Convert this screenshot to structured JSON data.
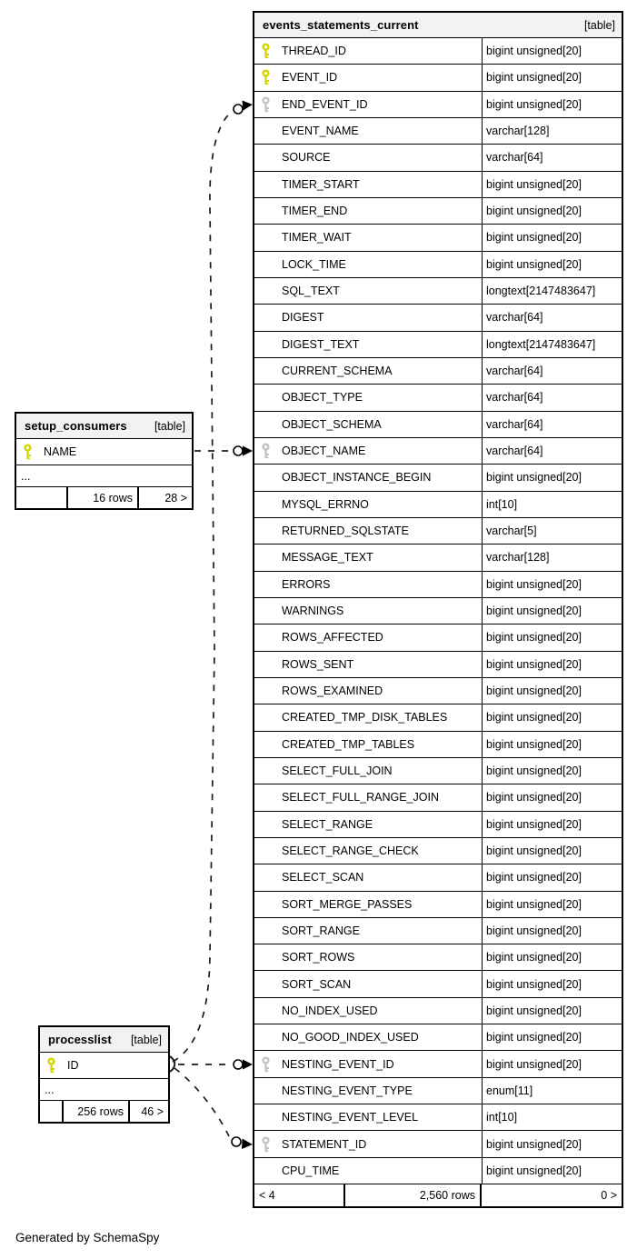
{
  "diagram": {
    "generated_by": "Generated by SchemaSpy",
    "colors": {
      "header_bg": "#f2f2f2",
      "border": "#000000",
      "key_primary": "#d6d600",
      "key_secondary": "#c4c4c4",
      "line": "#1c1c1c"
    },
    "tables": [
      {
        "id": "events_statements_current",
        "name": "events_statements_current",
        "tag": "[table]",
        "columns": [
          {
            "name": "THREAD_ID",
            "type": "bigint unsigned[20]",
            "key": "primary"
          },
          {
            "name": "EVENT_ID",
            "type": "bigint unsigned[20]",
            "key": "primary"
          },
          {
            "name": "END_EVENT_ID",
            "type": "bigint unsigned[20]",
            "key": "secondary"
          },
          {
            "name": "EVENT_NAME",
            "type": "varchar[128]",
            "key": null
          },
          {
            "name": "SOURCE",
            "type": "varchar[64]",
            "key": null
          },
          {
            "name": "TIMER_START",
            "type": "bigint unsigned[20]",
            "key": null
          },
          {
            "name": "TIMER_END",
            "type": "bigint unsigned[20]",
            "key": null
          },
          {
            "name": "TIMER_WAIT",
            "type": "bigint unsigned[20]",
            "key": null
          },
          {
            "name": "LOCK_TIME",
            "type": "bigint unsigned[20]",
            "key": null
          },
          {
            "name": "SQL_TEXT",
            "type": "longtext[2147483647]",
            "key": null
          },
          {
            "name": "DIGEST",
            "type": "varchar[64]",
            "key": null
          },
          {
            "name": "DIGEST_TEXT",
            "type": "longtext[2147483647]",
            "key": null
          },
          {
            "name": "CURRENT_SCHEMA",
            "type": "varchar[64]",
            "key": null
          },
          {
            "name": "OBJECT_TYPE",
            "type": "varchar[64]",
            "key": null
          },
          {
            "name": "OBJECT_SCHEMA",
            "type": "varchar[64]",
            "key": null
          },
          {
            "name": "OBJECT_NAME",
            "type": "varchar[64]",
            "key": "secondary"
          },
          {
            "name": "OBJECT_INSTANCE_BEGIN",
            "type": "bigint unsigned[20]",
            "key": null
          },
          {
            "name": "MYSQL_ERRNO",
            "type": "int[10]",
            "key": null
          },
          {
            "name": "RETURNED_SQLSTATE",
            "type": "varchar[5]",
            "key": null
          },
          {
            "name": "MESSAGE_TEXT",
            "type": "varchar[128]",
            "key": null
          },
          {
            "name": "ERRORS",
            "type": "bigint unsigned[20]",
            "key": null
          },
          {
            "name": "WARNINGS",
            "type": "bigint unsigned[20]",
            "key": null
          },
          {
            "name": "ROWS_AFFECTED",
            "type": "bigint unsigned[20]",
            "key": null
          },
          {
            "name": "ROWS_SENT",
            "type": "bigint unsigned[20]",
            "key": null
          },
          {
            "name": "ROWS_EXAMINED",
            "type": "bigint unsigned[20]",
            "key": null
          },
          {
            "name": "CREATED_TMP_DISK_TABLES",
            "type": "bigint unsigned[20]",
            "key": null
          },
          {
            "name": "CREATED_TMP_TABLES",
            "type": "bigint unsigned[20]",
            "key": null
          },
          {
            "name": "SELECT_FULL_JOIN",
            "type": "bigint unsigned[20]",
            "key": null
          },
          {
            "name": "SELECT_FULL_RANGE_JOIN",
            "type": "bigint unsigned[20]",
            "key": null
          },
          {
            "name": "SELECT_RANGE",
            "type": "bigint unsigned[20]",
            "key": null
          },
          {
            "name": "SELECT_RANGE_CHECK",
            "type": "bigint unsigned[20]",
            "key": null
          },
          {
            "name": "SELECT_SCAN",
            "type": "bigint unsigned[20]",
            "key": null
          },
          {
            "name": "SORT_MERGE_PASSES",
            "type": "bigint unsigned[20]",
            "key": null
          },
          {
            "name": "SORT_RANGE",
            "type": "bigint unsigned[20]",
            "key": null
          },
          {
            "name": "SORT_ROWS",
            "type": "bigint unsigned[20]",
            "key": null
          },
          {
            "name": "SORT_SCAN",
            "type": "bigint unsigned[20]",
            "key": null
          },
          {
            "name": "NO_INDEX_USED",
            "type": "bigint unsigned[20]",
            "key": null
          },
          {
            "name": "NO_GOOD_INDEX_USED",
            "type": "bigint unsigned[20]",
            "key": null
          },
          {
            "name": "NESTING_EVENT_ID",
            "type": "bigint unsigned[20]",
            "key": "secondary"
          },
          {
            "name": "NESTING_EVENT_TYPE",
            "type": "enum[11]",
            "key": null
          },
          {
            "name": "NESTING_EVENT_LEVEL",
            "type": "int[10]",
            "key": null
          },
          {
            "name": "STATEMENT_ID",
            "type": "bigint unsigned[20]",
            "key": "secondary"
          },
          {
            "name": "CPU_TIME",
            "type": "bigint unsigned[20]",
            "key": null
          }
        ],
        "ellipsis": null,
        "footer": {
          "left": "< 4",
          "center": "2,560 rows",
          "right": "0 >"
        }
      },
      {
        "id": "setup_consumers",
        "name": "setup_consumers",
        "tag": "[table]",
        "columns": [
          {
            "name": "NAME",
            "type": "",
            "key": "primary"
          }
        ],
        "ellipsis": "...",
        "footer": {
          "left": "",
          "center": "16 rows",
          "right": "28 >"
        }
      },
      {
        "id": "processlist",
        "name": "processlist",
        "tag": "[table]",
        "columns": [
          {
            "name": "ID",
            "type": "",
            "key": "primary"
          }
        ],
        "ellipsis": "...",
        "footer": {
          "left": "",
          "center": "256 rows",
          "right": "46 >"
        }
      }
    ],
    "relationships": [
      {
        "from": "setup_consumers.NAME",
        "to": "events_statements_current.OBJECT_NAME"
      },
      {
        "from": "processlist.ID",
        "to": "events_statements_current.END_EVENT_ID"
      },
      {
        "from": "processlist.ID",
        "to": "events_statements_current.NESTING_EVENT_ID"
      },
      {
        "from": "processlist.ID",
        "to": "events_statements_current.STATEMENT_ID"
      }
    ]
  }
}
